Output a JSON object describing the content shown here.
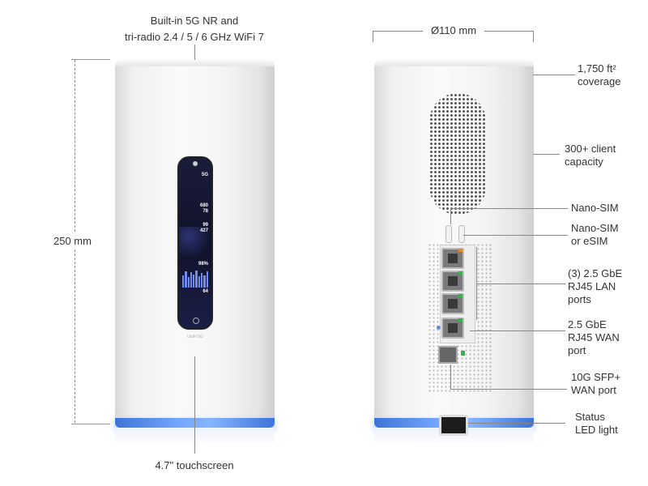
{
  "top_label": {
    "line1": "Built-in 5G NR and",
    "line2": "tri-radio 2.4 / 5 / 6 GHz WiFi 7"
  },
  "height_dimension": "250 mm",
  "diameter_dimension": "Ø110 mm",
  "bottom_label": "4.7\" touchscreen",
  "device_label": "UniFi 5G",
  "screen": {
    "signal": "5G",
    "internet_down": "680",
    "internet_up": "78",
    "network_down": "99",
    "network_up": "427",
    "wifi": "98%",
    "clients": "64"
  },
  "callouts": [
    {
      "line1": "1,750 ft²",
      "line2": "coverage"
    },
    {
      "line1": "300+ client",
      "line2": "capacity"
    },
    {
      "line1": "Nano-SIM",
      "line2": ""
    },
    {
      "line1": "Nano-SIM",
      "line2": "or eSIM"
    },
    {
      "line1": "(3) 2.5 GbE",
      "line2": "RJ45 LAN",
      "line3": "ports"
    },
    {
      "line1": "2.5 GbE",
      "line2": "RJ45 WAN",
      "line3": "port"
    },
    {
      "line1": "10G SFP+",
      "line2": "WAN port"
    },
    {
      "line1": "Status",
      "line2": "LED light"
    }
  ]
}
